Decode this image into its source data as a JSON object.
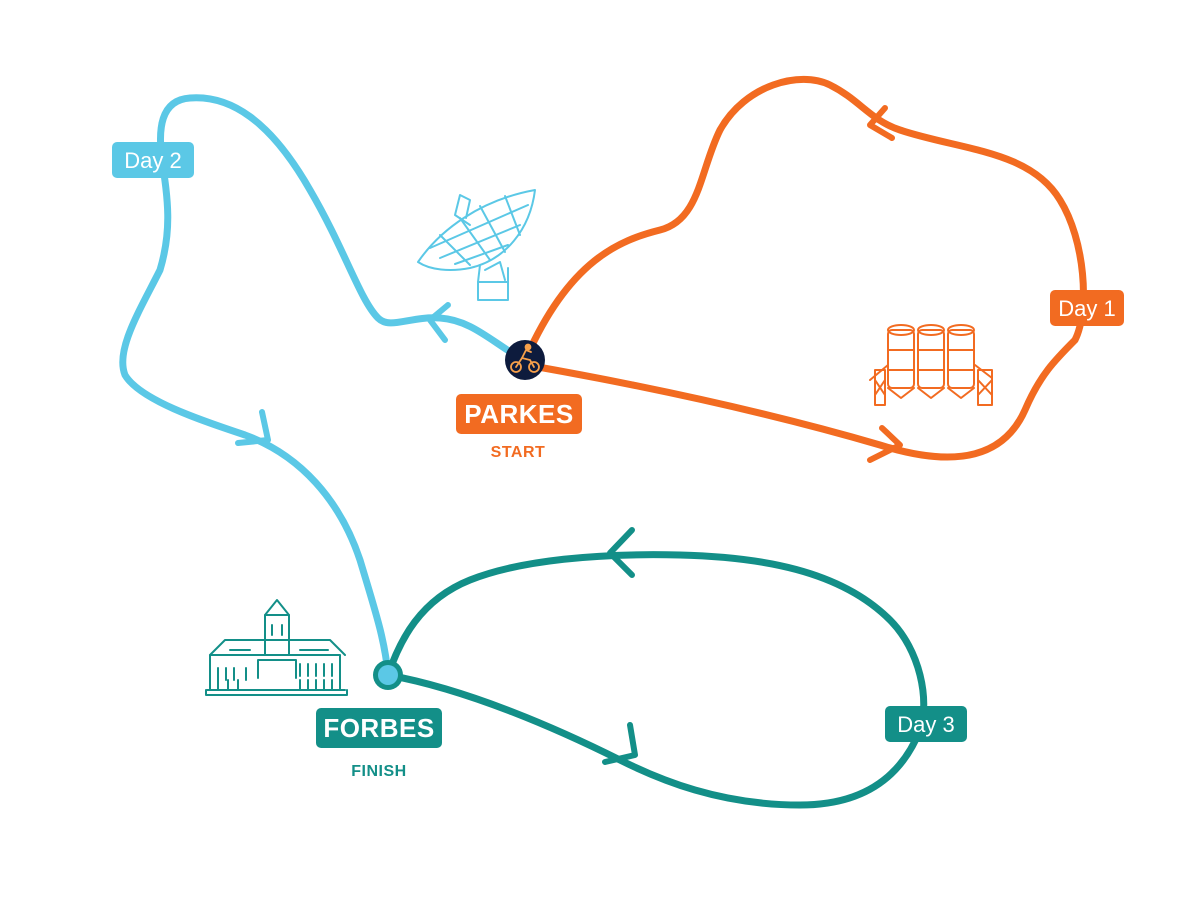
{
  "colors": {
    "day1": "#f26b21",
    "day2": "#5bc8e6",
    "day3": "#138f88",
    "start_marker": "#0d1b3d"
  },
  "towns": {
    "start": {
      "name": "PARKES",
      "sub": "START"
    },
    "finish": {
      "name": "FORBES",
      "sub": "FINISH"
    }
  },
  "days": [
    {
      "label": "Day 1",
      "icon": "silos-icon"
    },
    {
      "label": "Day 2",
      "icon": "radio-telescope-icon"
    },
    {
      "label": "Day 3",
      "icon": "town-hall-icon"
    }
  ],
  "start_icon": "cyclist-icon"
}
